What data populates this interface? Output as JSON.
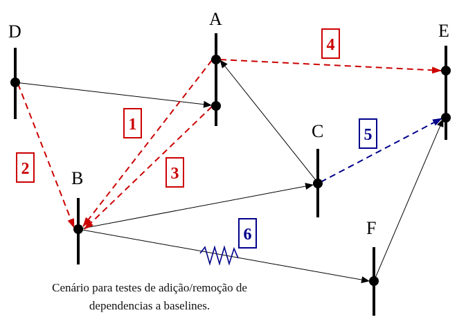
{
  "nodes": [
    {
      "id": "D",
      "label": "D"
    },
    {
      "id": "A",
      "label": "A"
    },
    {
      "id": "E",
      "label": "E"
    },
    {
      "id": "C",
      "label": "C"
    },
    {
      "id": "B",
      "label": "B"
    },
    {
      "id": "F",
      "label": "F"
    }
  ],
  "badges": [
    {
      "label": "1",
      "color": "#cc0000"
    },
    {
      "label": "2",
      "color": "#cc0000"
    },
    {
      "label": "3",
      "color": "#cc0000"
    },
    {
      "label": "4",
      "color": "#cc0000"
    },
    {
      "label": "5",
      "color": "#00008b"
    },
    {
      "label": "6",
      "color": "#00008b"
    }
  ],
  "caption": {
    "line1": "Cenário para testes de adição/remoção de",
    "line2": "dependencias a baselines."
  },
  "colors": {
    "red_dashed": "#cc0000",
    "blue_dashed": "#00008b",
    "solid": "#000000"
  }
}
